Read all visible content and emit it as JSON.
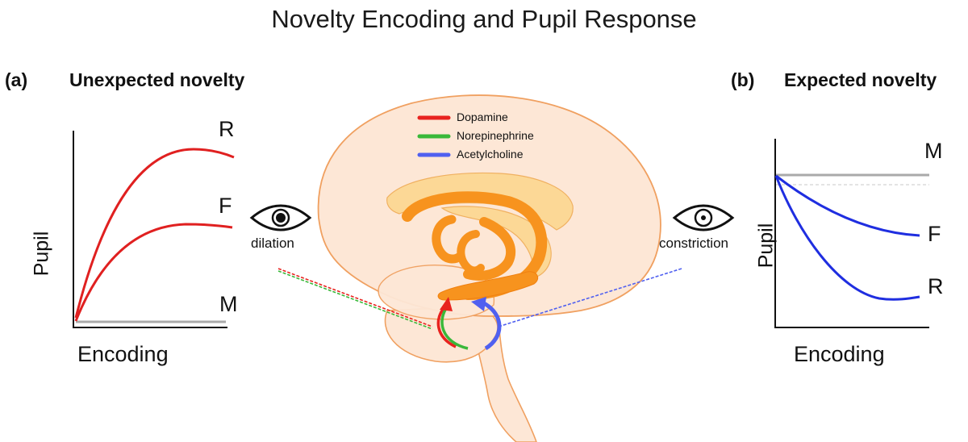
{
  "title": "Novelty Encoding and Pupil Response",
  "panel_a": {
    "tag": "(a)",
    "heading": "Unexpected novelty",
    "xlabel": "Encoding",
    "ylabel": "Pupil",
    "curves": [
      "R",
      "F",
      "M"
    ],
    "eye_label": "dilation"
  },
  "panel_b": {
    "tag": "(b)",
    "heading": "Expected novelty",
    "xlabel": "Encoding",
    "ylabel": "Pupil",
    "curves": [
      "M",
      "F",
      "R"
    ],
    "eye_label": "constriction"
  },
  "legend": [
    {
      "label": "Dopamine",
      "color": "#e8231f"
    },
    {
      "label": "Norepinephrine",
      "color": "#3ab83a"
    },
    {
      "label": "Acetylcholine",
      "color": "#5060f0"
    }
  ],
  "colors": {
    "curve_a": "#e02020",
    "curve_b": "#1f2ee0",
    "baseline": "#aaaaaa",
    "brain_fill": "#fde7d6",
    "brain_stroke": "#f0a060",
    "structure": "#f7931e",
    "structure_light": "#fcd896"
  }
}
